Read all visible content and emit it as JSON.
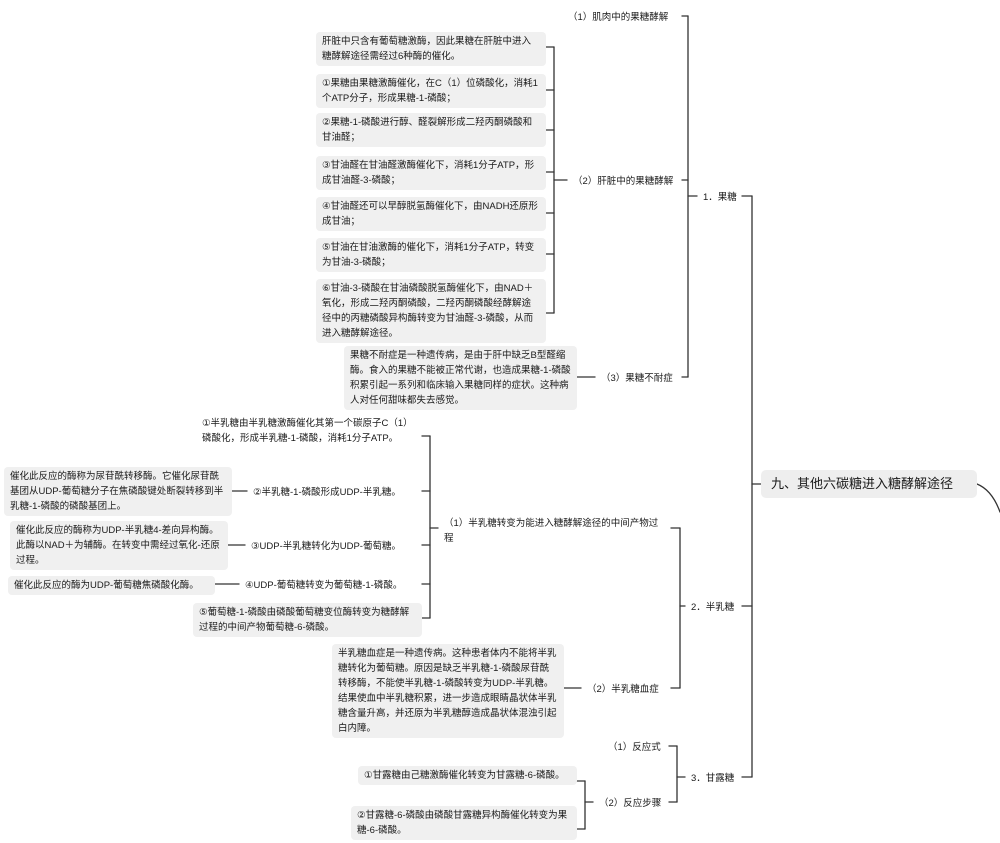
{
  "root": "九、其他六碳糖进入糖酵解途径",
  "fructose": {
    "label": "1．果糖",
    "muscle": "（1）肌肉中的果糖酵解",
    "liver": {
      "label": "（2）肝脏中的果糖酵解",
      "items": [
        "肝脏中只含有葡萄糖激酶，因此果糖在肝脏中进入糖酵解途径需经过6种酶的催化。",
        "①果糖由果糖激酶催化，在C（1）位磷酸化，消耗1个ATP分子，形成果糖-1-磷酸；",
        "②果糖-1-磷酸进行醇、醛裂解形成二羟丙酮磷酸和甘油醛；",
        "③甘油醛在甘油醛激酶催化下，消耗1分子ATP，形成甘油醛-3-磷酸；",
        "④甘油醛还可以早醇脱氢酶催化下，由NADH还原形成甘油；",
        "⑤甘油在甘油激酶的催化下，消耗1分子ATP，转变为甘油-3-磷酸；",
        "⑥甘油-3-磷酸在甘油磷酸脱氢酶催化下，由NAD＋氧化，形成二羟丙酮磷酸，二羟丙酮磷酸经酵解途径中的丙糖磷酸异构酶转变为甘油醛-3-磷酸，从而进入糖酵解途径。"
      ]
    },
    "intolerance": {
      "label": "（3）果糖不耐症",
      "text": "果糖不耐症是一种遗传病，是由于肝中缺乏B型醛缩酶。食入的果糖不能被正常代谢，也造成果糖-1-磷酸积累引起一系列和临床输入果糖同样的症状。这种病人对任何甜味都失去感觉。"
    }
  },
  "galactose": {
    "label": "2．半乳糖",
    "conversion": {
      "label": "（1）半乳糖转变为能进入糖酵解途径的中间产物过程",
      "steps": [
        {
          "text": "①半乳糖由半乳糖激酶催化其第一个碳原子C（1）磷酸化，形成半乳糖-1-磷酸，消耗1分子ATP。"
        },
        {
          "text": "②半乳糖-1-磷酸形成UDP-半乳糖。",
          "note": "催化此反应的酶称为尿苷酰转移酶。它催化尿苷酰基团从UDP-葡萄糖分子在焦磷酸键处断裂转移到半乳糖-1-磷酸的磷酸基团上。"
        },
        {
          "text": "③UDP-半乳糖转化为UDP-葡萄糖。",
          "note": "催化此反应的酶称为UDP-半乳糖4-差向异构酶。此酶以NAD＋为辅酶。在转变中需经过氧化-还原过程。"
        },
        {
          "text": "④UDP-葡萄糖转变为葡萄糖-1-磷酸。",
          "note": "催化此反应的酶为UDP-葡萄糖焦磷酸化酶。"
        },
        {
          "text": "⑤葡萄糖-1-磷酸由磷酸葡萄糖变位酶转变为糖酵解过程的中间产物葡萄糖-6-磷酸。"
        }
      ]
    },
    "galactosemia": {
      "label": "（2）半乳糖血症",
      "text": "半乳糖血症是一种遗传病。这种患者体内不能将半乳糖转化为葡萄糖。原因是缺乏半乳糖-1-磷酸尿苷酰转移酶，不能使半乳糖-1-磷酸转变为UDP-半乳糖。结果使血中半乳糖积累，进一步造成眼睛晶状体半乳糖含量升高，并还原为半乳糖醇造成晶状体混浊引起白内障。"
    }
  },
  "mannose": {
    "label": "3．甘露糖",
    "reaction": "（1）反应式",
    "steps": {
      "label": "（2）反应步骤",
      "items": [
        "①甘露糖由己糖激酶催化转变为甘露糖-6-磷酸。",
        "②甘露糖-6-磷酸由磷酸甘露糖异构酶催化转变为果糖-6-磷酸。"
      ]
    }
  }
}
